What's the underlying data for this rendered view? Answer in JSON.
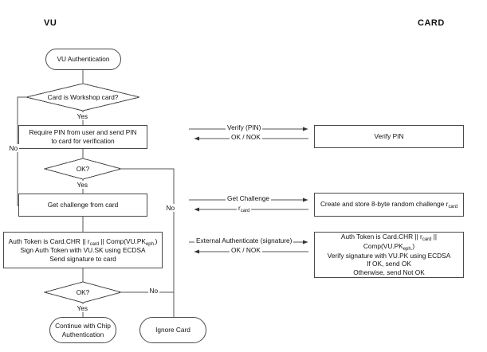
{
  "lanes": {
    "left": "VU",
    "right": "CARD"
  },
  "nodes": {
    "start": "VU Authentication",
    "d_workshop": "Card is Workshop card?",
    "p_require_pin": {
      "line1": "Require PIN from user and send PIN",
      "line2": "to card for verification"
    },
    "d_ok1": "OK?",
    "p_get_challenge": "Get challenge from card",
    "p_auth_token_vu": {
      "line1_a": "Auth Token is Card.CHR || r",
      "line1_sub1": "card",
      "line1_b": " || Comp(VU.PK",
      "line1_sub2": "eph.",
      "line1_c": ")",
      "line2": "Sign Auth Token with VU.SK using ECDSA",
      "line3": "Send signature to card"
    },
    "d_ok2": "OK?",
    "end_continue": {
      "line1": "Continue with Chip",
      "line2": "Authentication"
    },
    "end_ignore": "Ignore Card",
    "card_verify_pin": "Verify PIN",
    "card_create_challenge": {
      "text_a": "Create and store 8-byte random challenge r",
      "text_sub": "card"
    },
    "card_auth_token": {
      "line1_a": "Auth Token is Card.CHR || r",
      "line1_sub1": "card",
      "line1_b": " || Comp(VU.PK",
      "line1_sub2": "eph.",
      "line1_c": ")",
      "line2": "Verify signature with VU.PK using ECDSA",
      "line3": "If OK, send OK",
      "line4": "Otherwise, send Not OK"
    }
  },
  "edge_labels": {
    "workshop_yes": "Yes",
    "workshop_no": "No",
    "ok1_yes": "Yes",
    "ok1_no": "No",
    "ok2_yes": "Yes",
    "ok2_no": "No"
  },
  "messages": {
    "m1_request": "Verify (PIN)",
    "m1_response": "OK / NOK",
    "m2_request": "Get Challenge",
    "m2_response_a": "r",
    "m2_response_sub": "card",
    "m3_request": "External Authenticate (signature)",
    "m3_response": "OK / NOK"
  },
  "colors": {
    "stroke": "#4a4a4a",
    "line": "#555555",
    "text": "#111111",
    "background": "#ffffff"
  }
}
